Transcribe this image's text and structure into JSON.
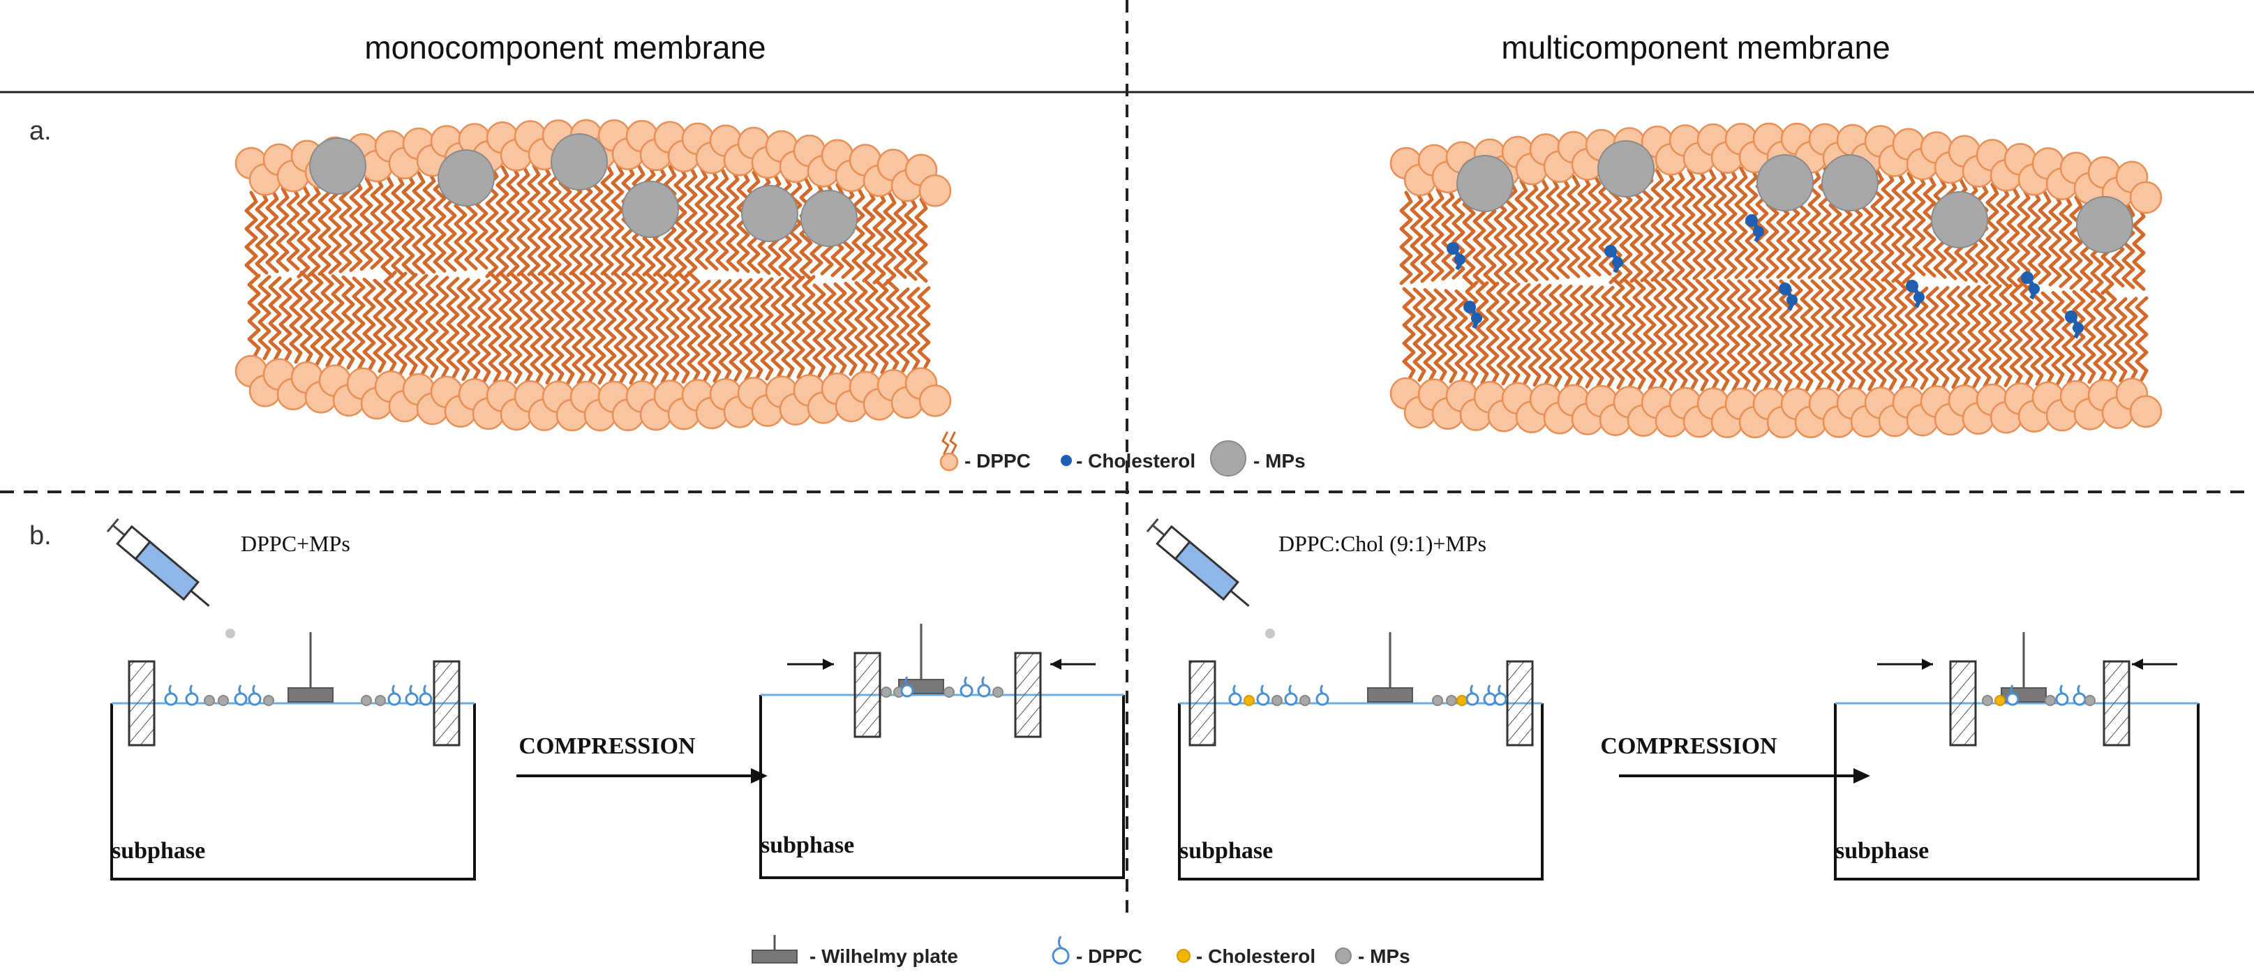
{
  "headers": {
    "left": "monocomponent membrane",
    "right": "multicomponent membrane"
  },
  "panel_labels": {
    "a": "a.",
    "b": "b."
  },
  "legend_a": {
    "dppc": "- DPPC",
    "cholesterol": "- Cholesterol",
    "mps": "- MPs"
  },
  "panel_b": {
    "left_syringe_label": "DPPC+MPs",
    "right_syringe_label": "DPPC:Chol (9:1)+MPs",
    "compression_left": "COMPRESSION",
    "compression_right": "COMPRESSION",
    "subphase_1": "subphase",
    "subphase_2": "subphase",
    "subphase_3": "subphase",
    "subphase_4": "subphase"
  },
  "legend_b": {
    "wilhelmy": "- Wilhelmy plate",
    "dppc": "- DPPC",
    "cholesterol": "- Cholesterol",
    "mps": "- MPs"
  },
  "colors": {
    "lipid_head_fill": "#f9c4a0",
    "lipid_head_stroke": "#e88f55",
    "lipid_tail": "#d2692a",
    "cholesterol_a": "#1f5fb0",
    "microplastic": "#a8a8a8",
    "dppc_icon_b": "#4a8fd0",
    "cholesterol_b": "#f2b400",
    "water_line": "#6aaee0"
  }
}
